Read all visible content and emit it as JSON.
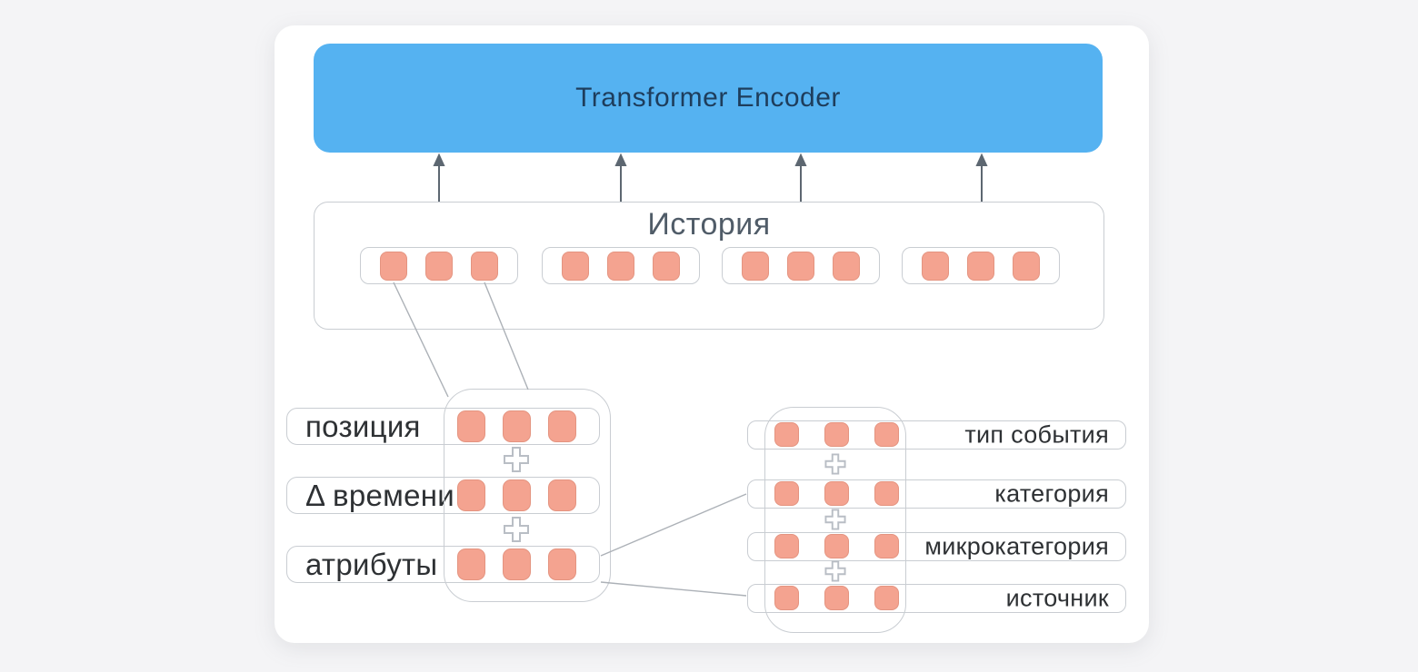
{
  "diagram": {
    "title": "Transformer Encoder event-history embedding diagram",
    "encoder": {
      "label": "Transformer Encoder"
    },
    "history": {
      "title": "История",
      "group_count": 4,
      "tokens_per_group": 3
    },
    "left_embeddings": {
      "labels": [
        "позиция",
        "Δ времени",
        "атрибуты"
      ],
      "tokens_per_row": 3,
      "plus_count": 2
    },
    "right_embeddings": {
      "labels": [
        "тип события",
        "категория",
        "микрокатегория",
        "источник"
      ],
      "tokens_per_row": 3,
      "plus_count": 3
    },
    "colors": {
      "background": "#f4f4f6",
      "card": "#ffffff",
      "encoder_fill": "#55b2f1",
      "encoder_text": "#1e3d5c",
      "token_fill": "#f4a390",
      "token_border": "#e49480",
      "box_outline": "#c9cdd2",
      "history_title_text": "#505c68",
      "label_text": "#2e3134",
      "connector_line": "#acb1b7",
      "arrow": "#5d6771"
    }
  }
}
